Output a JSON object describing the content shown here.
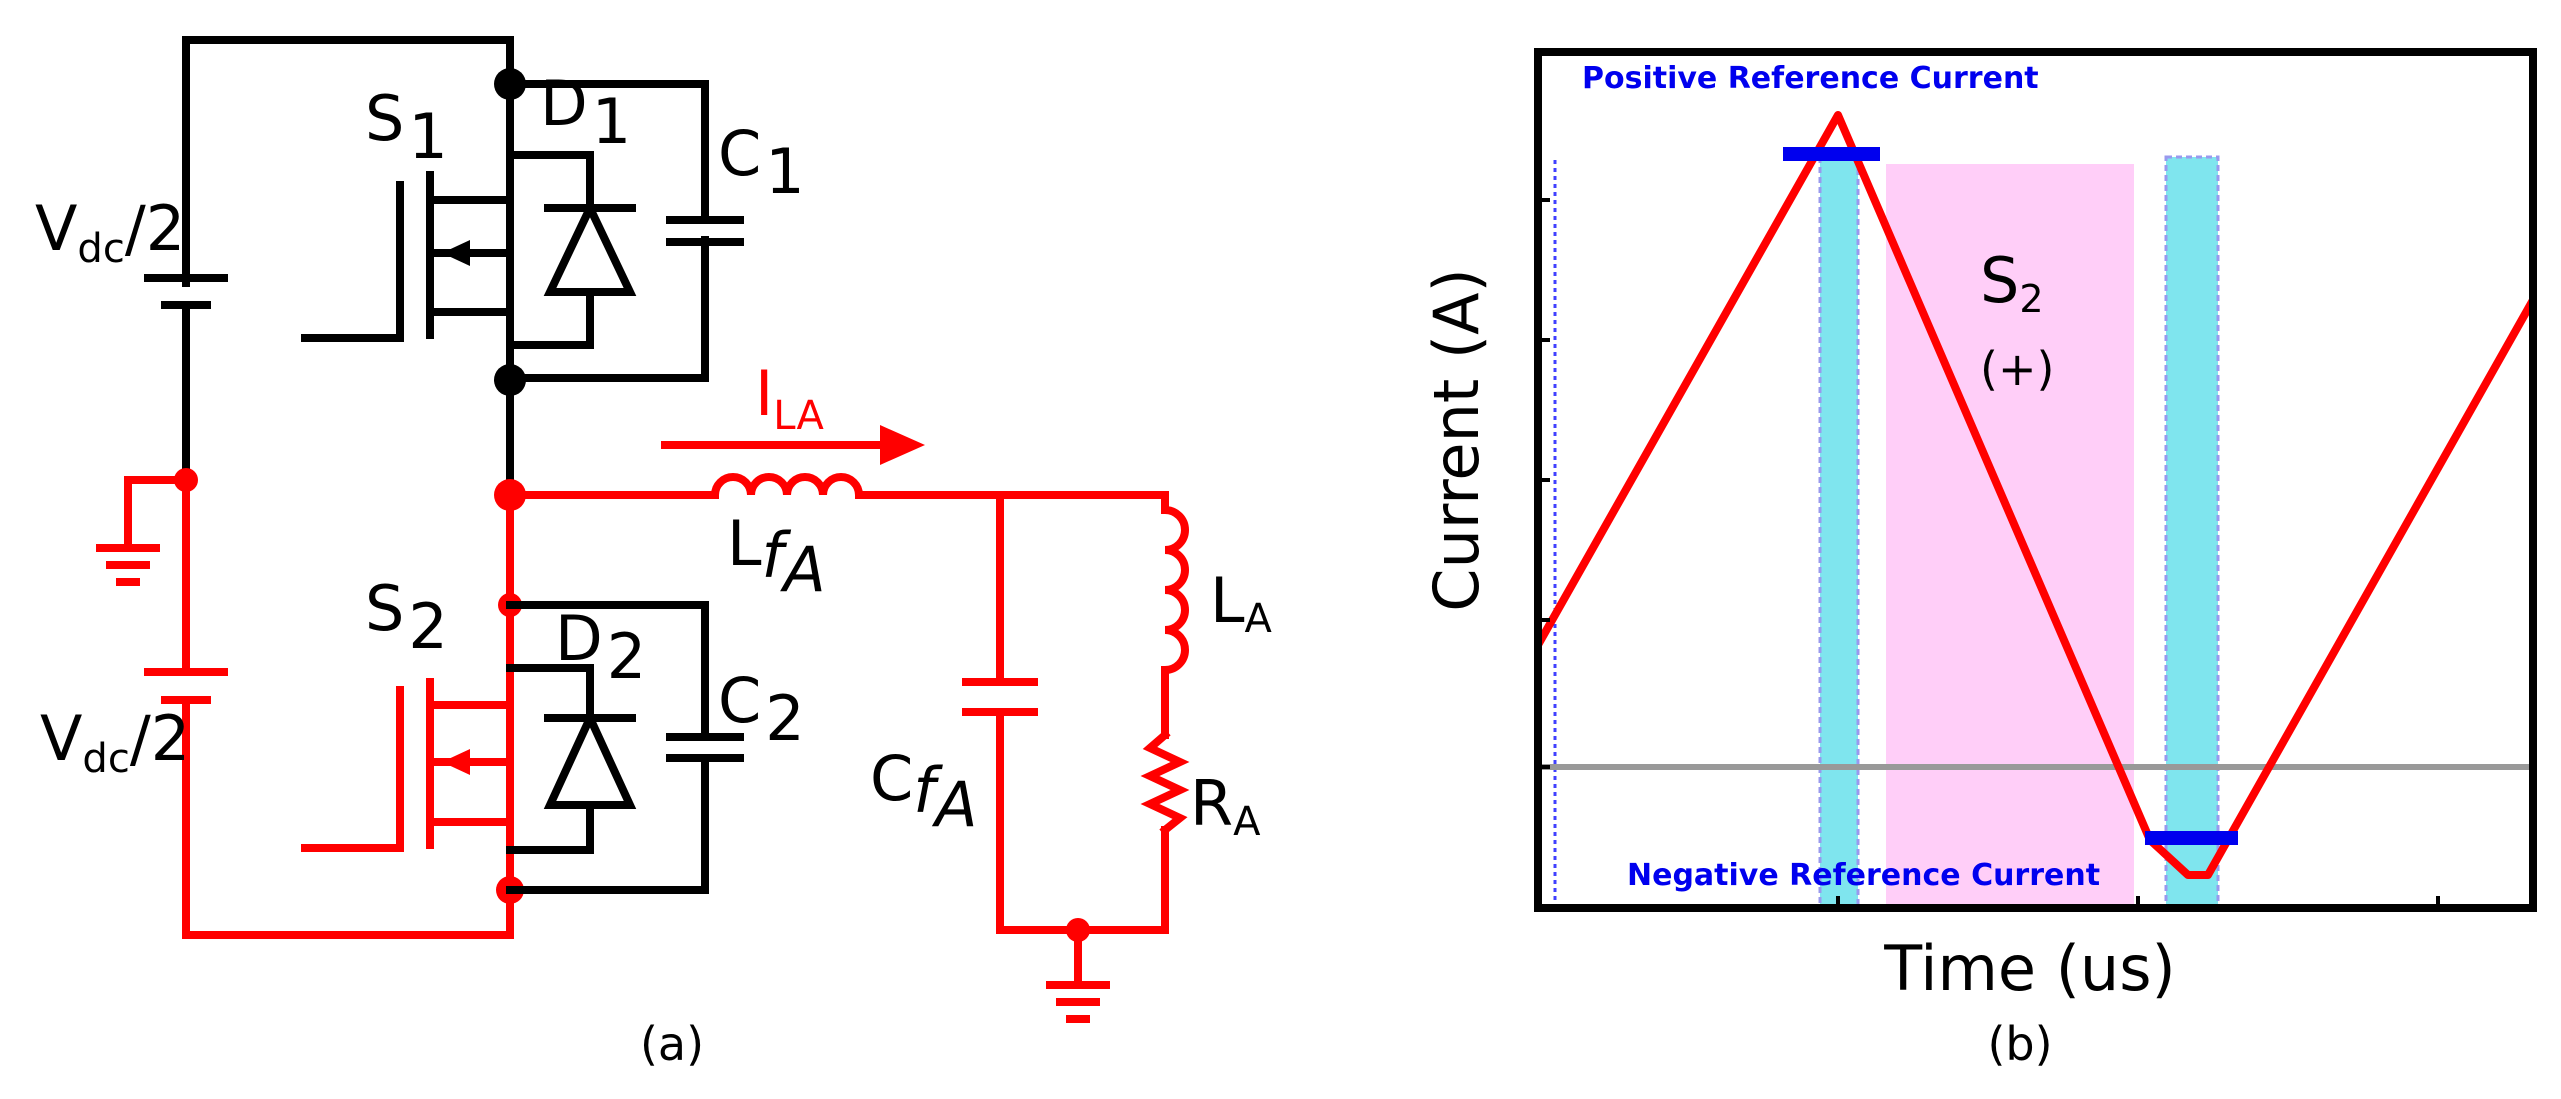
{
  "panel_a": {
    "caption": "(a)",
    "labels": {
      "vdc_top_main": "V",
      "vdc_top_sub": "dc",
      "vdc_top_tail": "/2",
      "vdc_bot_main": "V",
      "vdc_bot_sub": "dc",
      "vdc_bot_tail": "/2",
      "s1_main": "S",
      "s1_sub": "1",
      "d1_main": "D",
      "d1_sub": "1",
      "c1_main": "C",
      "c1_sub": "1",
      "s2_main": "S",
      "s2_sub": "2",
      "d2_main": "D",
      "d2_sub": "2",
      "c2_main": "C",
      "c2_sub": "2",
      "ila_main": "I",
      "ila_sub": "LA",
      "lfa_main": "L",
      "lfa_f": "f",
      "lfa_sub": "A",
      "cfa_main": "C",
      "cfa_f": "f",
      "cfa_sub": "A",
      "la_main": "L",
      "la_sub": "A",
      "ra_main": "R",
      "ra_sub": "A"
    },
    "colors": {
      "wire": "#000000",
      "active_path": "#ff0000"
    }
  },
  "panel_b": {
    "caption": "(b)",
    "xlabel": "Time (us)",
    "ylabel": "Current (A)",
    "positive_ref_label": "Positive Reference Current",
    "negative_ref_label": "Negative Reference Current",
    "s2_main": "S",
    "s2_sub": "2",
    "s2_sign": "(+)",
    "colors": {
      "current": "#ff0000",
      "reference": "#0000ff",
      "dead_time": "#7fe5ee",
      "s2_on": "#ffcef8",
      "zero_line": "#999999"
    }
  }
}
